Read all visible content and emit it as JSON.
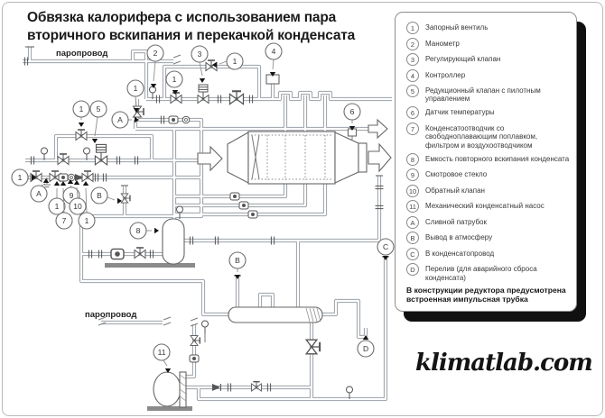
{
  "title": {
    "line1": "Обвязка калорифера с использованием пара",
    "line2": "вторичного вскипания и перекачкой конденсата"
  },
  "diagram": {
    "labels": {
      "steam_top": "паропровод",
      "steam_bottom": "паропровод"
    },
    "callouts": [
      {
        "label": "2"
      },
      {
        "label": "3"
      },
      {
        "label": "1"
      },
      {
        "label": "4"
      },
      {
        "label": "1"
      },
      {
        "label": "1"
      },
      {
        "label": "1"
      },
      {
        "label": "5"
      },
      {
        "label": "A"
      },
      {
        "label": "6"
      },
      {
        "label": "1"
      },
      {
        "label": "A"
      },
      {
        "label": "1"
      },
      {
        "label": "7"
      },
      {
        "label": "9"
      },
      {
        "label": "10"
      },
      {
        "label": "1"
      },
      {
        "label": "B"
      },
      {
        "label": "8"
      },
      {
        "label": "B"
      },
      {
        "label": "C"
      },
      {
        "label": "D"
      },
      {
        "label": "11"
      }
    ]
  },
  "legend": {
    "items": [
      {
        "key": "1",
        "text": "Запорный вентиль"
      },
      {
        "key": "2",
        "text": "Манометр"
      },
      {
        "key": "3",
        "text": "Регулирующий клапан"
      },
      {
        "key": "4",
        "text": "Контроллер"
      },
      {
        "key": "5",
        "text": "Редукционный клапан с пилотным управлением"
      },
      {
        "key": "6",
        "text": "Датчик температуры"
      },
      {
        "key": "7",
        "text": "Конденсатоотводчик со свободноплавающим поплавком, фильтром и воздухоотводчиком"
      },
      {
        "key": "8",
        "text": "Емкость повторного вскипания конденсата"
      },
      {
        "key": "9",
        "text": "Смотровое стекло"
      },
      {
        "key": "10",
        "text": "Обратный клапан"
      },
      {
        "key": "11",
        "text": "Механический конденсатный насос"
      },
      {
        "key": "A",
        "text": "Сливной патрубок"
      },
      {
        "key": "B",
        "text": "Вывод в атмосферу"
      },
      {
        "key": "C",
        "text": "В конденсатопровод"
      },
      {
        "key": "D",
        "text": "Перелив (для аварийного сброса конденсата)"
      }
    ],
    "note": "В конструкции редуктора предусмотрена  встроенная импульсная трубка"
  },
  "watermark": "klimatlab.com"
}
